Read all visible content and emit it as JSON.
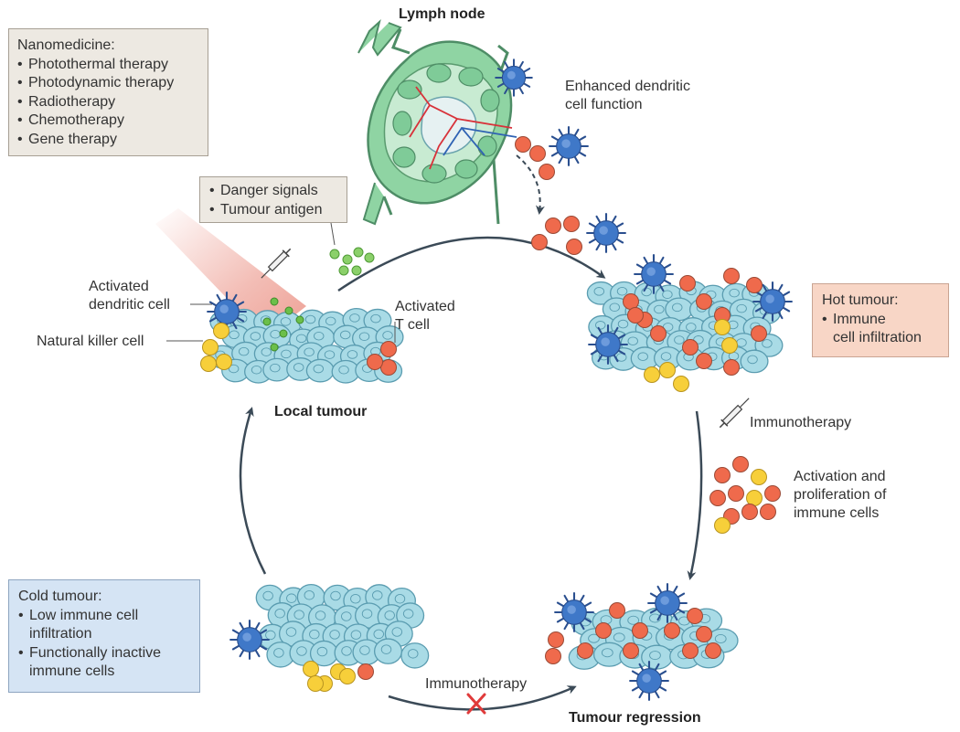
{
  "lymph_node_title": "Lymph node",
  "nanomedicine": {
    "title": "Nanomedicine:",
    "items": [
      "Photothermal therapy",
      "Photodynamic therapy",
      "Radiotherapy",
      "Chemotherapy",
      "Gene therapy"
    ]
  },
  "danger": {
    "items": [
      "Danger signals",
      "Tumour antigen"
    ]
  },
  "enhanced_dc": {
    "line1": "Enhanced dendritic",
    "line2": "cell function"
  },
  "activated_dc": {
    "line1": "Activated",
    "line2": "dendritic cell"
  },
  "natural_killer": "Natural killer cell",
  "activated_t": {
    "line1": "Activated",
    "line2": "T cell"
  },
  "local_tumour": "Local tumour",
  "hot_tumour": {
    "title": "Hot tumour:",
    "item_line1": "Immune",
    "item_line2": "cell infiltration"
  },
  "immunotherapy_right": "Immunotherapy",
  "activation": {
    "line1": "Activation and",
    "line2": "proliferation of",
    "line3": "immune cells"
  },
  "cold_tumour": {
    "title": "Cold tumour:",
    "item1_line1": "Low immune cell",
    "item1_line2": "infiltration",
    "item2_line1": "Functionally inactive",
    "item2_line2": "immune cells"
  },
  "immunotherapy_bottom": "Immunotherapy",
  "tumour_regression": "Tumour regression",
  "colors": {
    "tumour_fill": "#a9dbe6",
    "tumour_stroke": "#5a9cb0",
    "t_cell": "#ef6a4c",
    "nk_cell": "#f7cf3a",
    "dendritic": "#3f78c8",
    "lymph_green": "#8fd4a3",
    "arrow": "#3b4a57",
    "cross": "#e03a3a",
    "light_beam": "#e9887a"
  },
  "icons": [
    "lymph-node-icon",
    "dendritic-cell-icon",
    "t-cell-icon",
    "nk-cell-icon",
    "syringe-icon",
    "tumour-cluster-icon",
    "cross-icon"
  ]
}
